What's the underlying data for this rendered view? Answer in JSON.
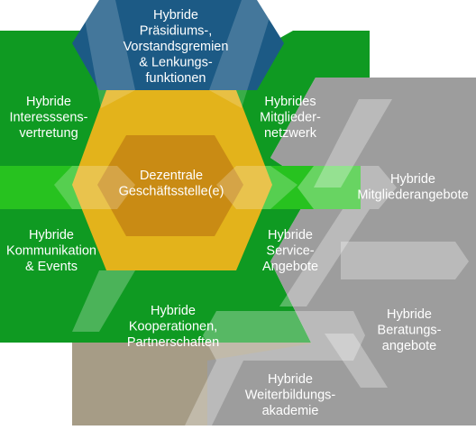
{
  "colors": {
    "navy": "#1c5a85",
    "green": "#0f9a22",
    "green_band": "#27c21f",
    "gray": "#9d9d9d",
    "taupe": "#a69c86",
    "gold": "#e3b31b",
    "gold_center": "#c98b14",
    "text_light": "#ffffff",
    "text_dark": "#5a3c10"
  },
  "labels": {
    "praesidium": [
      "Hybride",
      "Präsidiums-,",
      "Vorstandsgremien",
      "& Lenkungs-",
      "funktionen"
    ],
    "interessen": [
      "Hybride",
      "Interesssens-",
      "vertretung"
    ],
    "mitglieder_netzwerk": [
      "Hybrides",
      "Mitglieder-",
      "netzwerk"
    ],
    "zentrale": [
      "Dezentrale",
      "Geschäftsstelle(e)"
    ],
    "mitglieder_angebote": [
      "Hybride",
      "Mitgliederangebote"
    ],
    "kommunikation": [
      "Hybride",
      "Kommunikation",
      "& Events"
    ],
    "service": [
      "Hybride",
      "Service-",
      "Angebote"
    ],
    "beratung": [
      "Hybride",
      "Beratungs-",
      "angebote"
    ],
    "kooperationen": [
      "Hybride",
      "Kooperationen,",
      "Partnerschaften"
    ],
    "weiterbildung": [
      "Hybride",
      "Weiterbildungs-",
      "akademie"
    ]
  }
}
